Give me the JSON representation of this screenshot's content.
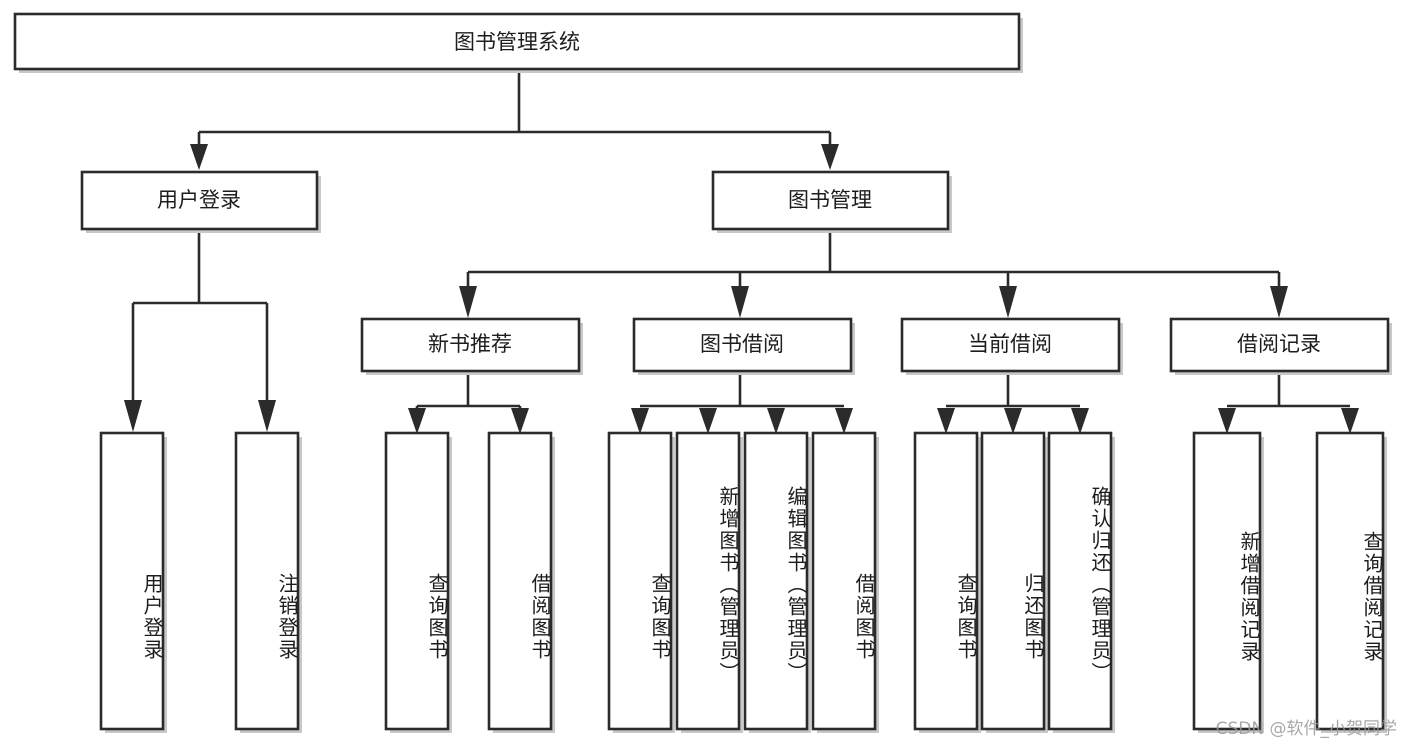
{
  "diagram": {
    "title": "图书管理系统",
    "type": "tree-hierarchy",
    "watermark": "CSDN @软件_小贺同学",
    "colors": {
      "stroke": "#2b2b2b",
      "fill": "#ffffff",
      "text": "#1d1d1d",
      "shadow": "#9b9b9b",
      "watermark": "#9a9a9a"
    },
    "root": {
      "label": "图书管理系统"
    },
    "level2": [
      {
        "id": "user-login",
        "label": "用户登录"
      },
      {
        "id": "book-manage",
        "label": "图书管理"
      }
    ],
    "level3": [
      {
        "id": "new-book-recommend",
        "label": "新书推荐",
        "parent": "book-manage"
      },
      {
        "id": "book-borrow",
        "label": "图书借阅",
        "parent": "book-manage"
      },
      {
        "id": "current-borrow",
        "label": "当前借阅",
        "parent": "book-manage"
      },
      {
        "id": "borrow-record",
        "label": "借阅记录",
        "parent": "book-manage"
      }
    ],
    "leaves": {
      "user-login": [
        {
          "id": "leaf-user-login",
          "label": "用户登录"
        },
        {
          "id": "leaf-logout-login",
          "label": "注销登录"
        }
      ],
      "new-book-recommend": [
        {
          "id": "leaf-query-book-1",
          "label": "查询图书"
        },
        {
          "id": "leaf-borrow-book-1",
          "label": "借阅图书"
        }
      ],
      "book-borrow": [
        {
          "id": "leaf-query-book-2",
          "label": "查询图书"
        },
        {
          "id": "leaf-add-book",
          "label": "新增图书（管理员）"
        },
        {
          "id": "leaf-edit-book",
          "label": "编辑图书（管理员）"
        },
        {
          "id": "leaf-borrow-book-2",
          "label": "借阅图书"
        }
      ],
      "current-borrow": [
        {
          "id": "leaf-query-book-3",
          "label": "查询图书"
        },
        {
          "id": "leaf-return-book",
          "label": "归还图书"
        },
        {
          "id": "leaf-confirm-return",
          "label": "确认归还（管理员）"
        }
      ],
      "borrow-record": [
        {
          "id": "leaf-add-record",
          "label": "新增借阅记录"
        },
        {
          "id": "leaf-query-record",
          "label": "查询借阅记录"
        }
      ]
    }
  }
}
